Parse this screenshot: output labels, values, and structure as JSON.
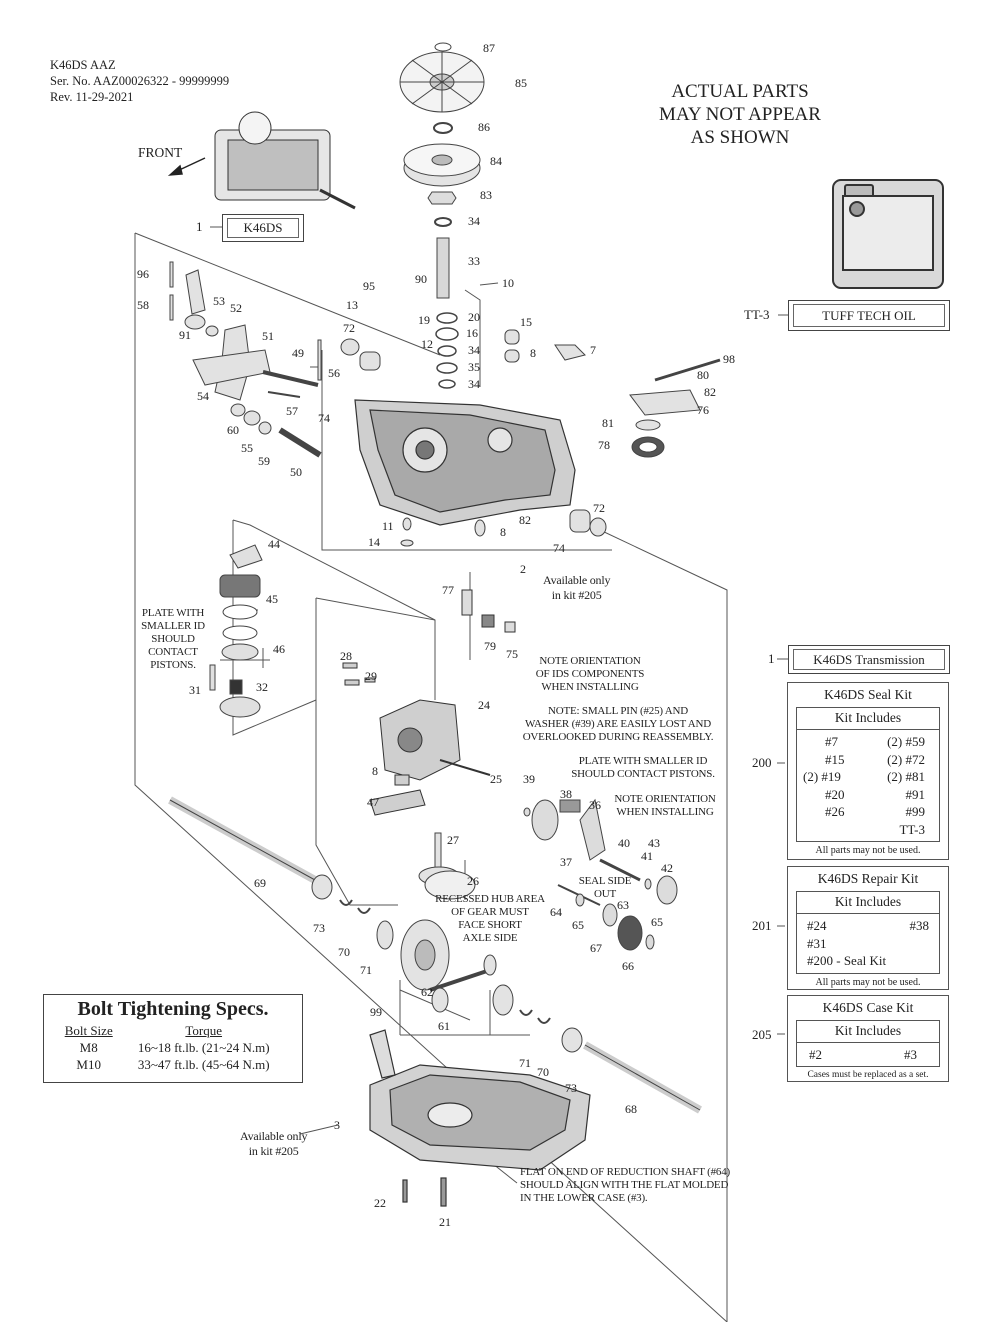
{
  "header": {
    "model": "K46DS AAZ",
    "serial": "Ser. No. AAZ00026322 - 99999999",
    "revision": "Rev. 11-29-2021"
  },
  "warning": [
    "ACTUAL PARTS",
    "MAY NOT APPEAR",
    "AS SHOWN"
  ],
  "front_label": "FRONT",
  "assembly_box": {
    "num": "1",
    "label": "K46DS"
  },
  "oil_box": {
    "num": "TT-3",
    "label": "TUFF TECH OIL"
  },
  "transmission_box": {
    "num": "1",
    "label": "K46DS Transmission"
  },
  "seal_kit": {
    "num": "200",
    "title": "K46DS Seal Kit",
    "head": "Kit Includes",
    "rows": [
      [
        "#7",
        "(2) #59"
      ],
      [
        "#15",
        "(2) #72"
      ],
      [
        "(2) #19",
        "(2) #81"
      ],
      [
        "#20",
        "#91"
      ],
      [
        "#26",
        "#99"
      ],
      [
        "",
        "TT-3"
      ]
    ],
    "note": "All parts may not be used."
  },
  "repair_kit": {
    "num": "201",
    "title": "K46DS Repair Kit",
    "head": "Kit Includes",
    "rows": [
      [
        "#24",
        "#38"
      ],
      [
        "#31",
        ""
      ],
      [
        "#200 - Seal Kit",
        ""
      ]
    ],
    "note": "All parts may not be used."
  },
  "case_kit": {
    "num": "205",
    "title": "K46DS Case Kit",
    "head": "Kit Includes",
    "rows": [
      [
        "#2",
        "#3"
      ]
    ],
    "note": "Cases must be replaced as a set."
  },
  "bolt_specs": {
    "title": "Bolt Tightening Specs.",
    "col1": "Bolt Size",
    "col2": "Torque",
    "rows": [
      [
        "M8",
        "16~18 ft.lb. (21~24 N.m)"
      ],
      [
        "M10",
        "33~47 ft.lb. (45~64 N.m)"
      ]
    ]
  },
  "callouts": {
    "kit205_upper": [
      "Available only",
      "in kit #205"
    ],
    "kit205_lower": [
      "Available only",
      "in kit #205"
    ],
    "plate_left": [
      "PLATE WITH",
      "SMALLER ID",
      "SHOULD",
      "CONTACT",
      "PISTONS."
    ],
    "ids_orient": [
      "NOTE ORIENTATION",
      "OF IDS COMPONENTS",
      "WHEN INSTALLING"
    ],
    "small_pin": [
      "NOTE: SMALL PIN (#25) AND",
      "WASHER (#39) ARE EASILY LOST AND",
      "OVERLOOKED DURING REASSEMBLY."
    ],
    "plate_right": [
      "PLATE WITH SMALLER ID",
      "SHOULD CONTACT PISTONS."
    ],
    "orient_right": [
      "NOTE ORIENTATION",
      "WHEN INSTALLING"
    ],
    "seal_side": [
      "SEAL SIDE",
      "OUT"
    ],
    "recessed": [
      "RECESSED HUB AREA",
      "OF GEAR MUST",
      "FACE SHORT",
      "AXLE SIDE"
    ],
    "flat_end": [
      "FLAT ON END OF REDUCTION SHAFT (#64)",
      "SHOULD ALIGN WITH THE FLAT MOLDED",
      "IN THE LOWER CASE (#3)."
    ]
  },
  "part_numbers": [
    "87",
    "85",
    "86",
    "84",
    "83",
    "34",
    "33",
    "10",
    "95",
    "90",
    "13",
    "20",
    "19",
    "16",
    "12",
    "34",
    "35",
    "34",
    "15",
    "8",
    "7",
    "96",
    "58",
    "53",
    "52",
    "91",
    "72",
    "51",
    "49",
    "56",
    "54",
    "57",
    "74",
    "60",
    "55",
    "59",
    "50",
    "98",
    "80",
    "82",
    "76",
    "81",
    "78",
    "11",
    "14",
    "8",
    "82",
    "72",
    "74",
    "2",
    "44",
    "45",
    "46",
    "31",
    "32",
    "77",
    "79",
    "75",
    "28",
    "29",
    "24",
    "8",
    "47",
    "25",
    "39",
    "38",
    "36",
    "40",
    "43",
    "41",
    "42",
    "37",
    "27",
    "26",
    "64",
    "63",
    "65",
    "65",
    "67",
    "66",
    "69",
    "73",
    "70",
    "71",
    "62",
    "61",
    "99",
    "71",
    "70",
    "73",
    "68",
    "3",
    "22",
    "21"
  ]
}
